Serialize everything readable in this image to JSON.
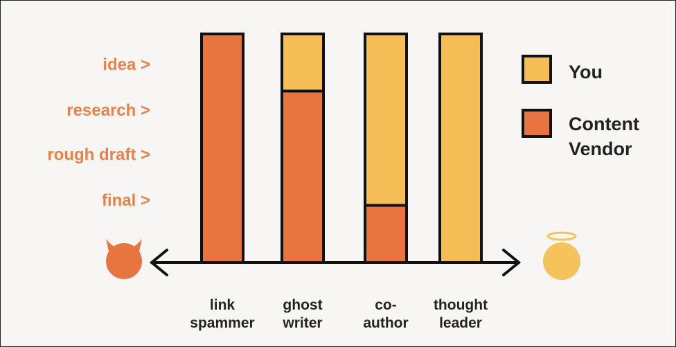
{
  "chart_data": {
    "type": "bar",
    "stacked": true,
    "stages": [
      "idea >",
      "research >",
      "rough draft >",
      "final >"
    ],
    "categories": [
      [
        "link",
        "spammer"
      ],
      [
        "ghost",
        "writer"
      ],
      [
        "co-",
        "author"
      ],
      [
        "thought",
        "leader"
      ]
    ],
    "series": [
      {
        "name": "You",
        "values": [
          0,
          1,
          3,
          4
        ],
        "color": "#f5bd55"
      },
      {
        "name": "Content Vendor",
        "values": [
          4,
          3,
          1,
          0
        ],
        "color": "#e8743f"
      }
    ],
    "legend": {
      "you": "You",
      "vendor_line1": "Content",
      "vendor_line2": "Vendor",
      "placement": "right"
    },
    "axis": {
      "left_icon": "devil-icon",
      "right_icon": "angel-icon",
      "left_color": "#e8743f",
      "right_color": "#f5c35c"
    },
    "ylim": [
      0,
      4
    ]
  }
}
